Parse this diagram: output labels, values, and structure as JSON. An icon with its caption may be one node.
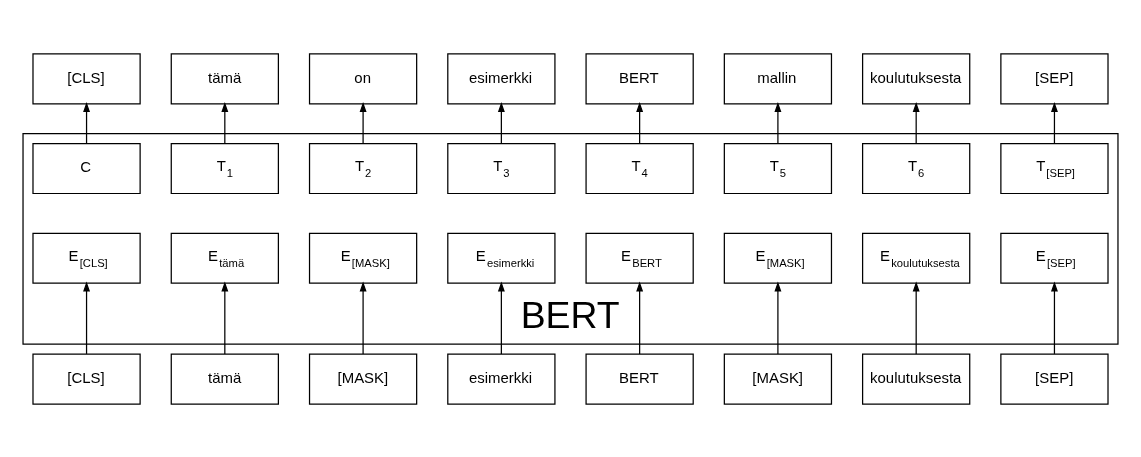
{
  "diagram": {
    "nodes": [
      {
        "text": [
          "[CLS]"
        ]
      },
      {
        "text": [
          "tämä"
        ]
      },
      {
        "text": [
          "on"
        ]
      },
      {
        "text": [
          "esimerkki"
        ]
      },
      {
        "text": [
          "BERT"
        ]
      },
      {
        "text": [
          "mallin"
        ]
      },
      {
        "text": [
          "koulutuksesta"
        ]
      },
      {
        "text": [
          "[SEP]"
        ]
      },
      {
        "text": [
          "BERT"
        ]
      },
      {
        "text": [
          "C"
        ],
        "in": 8
      },
      {
        "text": [
          "T$_{1}$"
        ],
        "in": 8
      },
      {
        "text": [
          "T$_{2}$"
        ],
        "in": 8
      },
      {
        "text": [
          "T$_{3}$"
        ],
        "in": 8
      },
      {
        "text": [
          "T$_{4}$"
        ],
        "in": 8
      },
      {
        "text": [
          "T$_{5}$"
        ],
        "in": 8
      },
      {
        "text": [
          "T$_{6}$"
        ],
        "in": 8
      },
      {
        "text": [
          "T$_{[SEP]}$"
        ],
        "in": 8
      },
      {
        "text": [
          "E$_{[CLS]}$"
        ],
        "in": 8
      },
      {
        "text": [
          "E$_{tämä}$"
        ],
        "in": 8
      },
      {
        "text": [
          "E$_{[MASK]}$"
        ],
        "in": 8
      },
      {
        "text": [
          "E$_{esimerkki}$"
        ],
        "in": 8
      },
      {
        "text": [
          "E$_{BERT}$"
        ],
        "in": 8
      },
      {
        "text": [
          "E$_{[MASK]}$"
        ],
        "in": 8
      },
      {
        "text": [
          "E$_{koulutuksesta}$"
        ],
        "in": 8
      },
      {
        "text": [
          "E$_{[SEP]}$"
        ],
        "in": 8
      },
      {
        "text": [
          "[CLS]"
        ]
      },
      {
        "text": [
          "tämä"
        ]
      },
      {
        "text": [
          "[MASK]"
        ]
      },
      {
        "text": [
          "esimerkki"
        ]
      },
      {
        "text": [
          "BERT"
        ]
      },
      {
        "text": [
          "[MASK]"
        ]
      },
      {
        "text": [
          "koulutuksesta"
        ]
      },
      {
        "text": [
          "[SEP]"
        ]
      }
    ],
    "edges": [
      {
        "from": 9,
        "to": 0,
        "arrow": "to"
      },
      {
        "from": 10,
        "to": 1,
        "arrow": "to"
      },
      {
        "from": 11,
        "to": 2,
        "arrow": "to"
      },
      {
        "from": 12,
        "to": 3,
        "arrow": "to"
      },
      {
        "from": 13,
        "to": 4,
        "arrow": "to"
      },
      {
        "from": 14,
        "to": 5,
        "arrow": "to"
      },
      {
        "from": 15,
        "to": 6,
        "arrow": "to"
      },
      {
        "from": 16,
        "to": 7,
        "arrow": "to"
      },
      {
        "from": 25,
        "to": 17,
        "arrow": "to"
      },
      {
        "from": 26,
        "to": 18,
        "arrow": "to"
      },
      {
        "from": 27,
        "to": 19,
        "arrow": "to"
      },
      {
        "from": 28,
        "to": 20,
        "arrow": "to"
      },
      {
        "from": 29,
        "to": 21,
        "arrow": "to"
      },
      {
        "from": 30,
        "to": 22,
        "arrow": "to"
      },
      {
        "from": 31,
        "to": 23,
        "arrow": "to"
      },
      {
        "from": 32,
        "to": 24,
        "arrow": "to"
      }
    ]
  }
}
